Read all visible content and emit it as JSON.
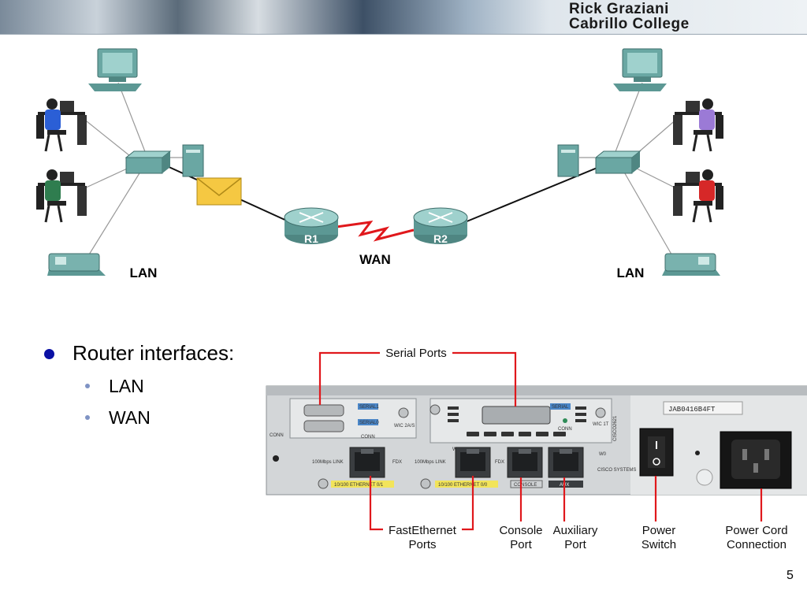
{
  "header": {
    "author_name": "Rick Graziani",
    "institution": "Cabrillo College"
  },
  "network_diagram": {
    "left_lan_label": "LAN",
    "right_lan_label": "LAN",
    "wan_label": "WAN",
    "router1_label": "R1",
    "router2_label": "R2"
  },
  "bullets": {
    "main": "Router interfaces:",
    "sub": [
      "LAN",
      "WAN"
    ]
  },
  "router_panel": {
    "callouts": {
      "serial_ports": "Serial Ports",
      "fastethernet_line1": "FastEthernet",
      "fastethernet_line2": "Ports",
      "console_line1": "Console",
      "console_line2": "Port",
      "auxiliary_line1": "Auxiliary",
      "auxiliary_line2": "Port",
      "power_switch_line1": "Power",
      "power_switch_line2": "Switch",
      "power_cord_line1": "Power Cord",
      "power_cord_line2": "Connection"
    },
    "panel_text": {
      "serial1": "SERIAL1",
      "serial0": "SERIAL0",
      "serial": "SERIAL",
      "conn": "CONN",
      "wic_2as": "WIC 2A/S",
      "wic_1t": "WIC 1T",
      "eth01": "10/100 ETHERNET 0/1",
      "eth00": "10/100 ETHERNET 0/0",
      "console": "CONSOLE",
      "aux": "AUX",
      "link_100": "100Mbps LINK",
      "fdx": "FDX",
      "w1": "W1",
      "w0": "W0",
      "model": "CISCO2621",
      "serial_number": "JAB0416B4FT",
      "brand": "CISCO SYSTEMS"
    }
  },
  "page_number": "5"
}
